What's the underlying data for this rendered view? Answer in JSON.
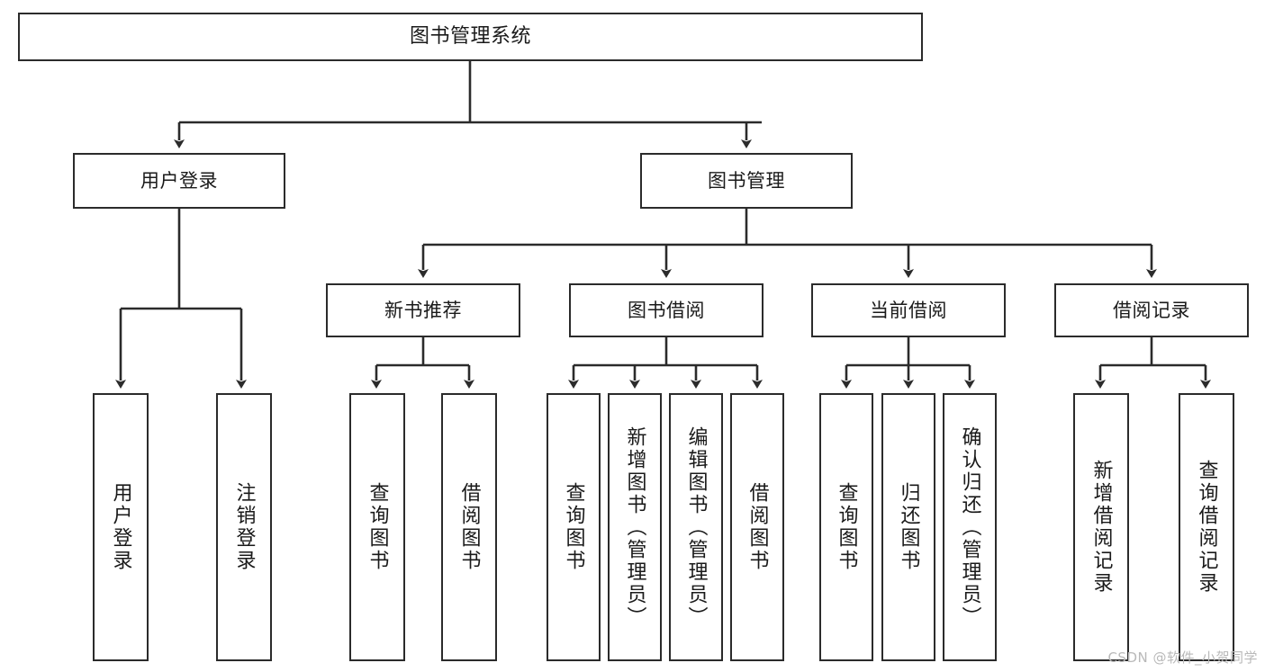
{
  "diagram": {
    "title": "图书管理系统",
    "watermark": "CSDN @软件_小贺同学",
    "colors": {
      "box_border": "#2b2b2b",
      "box_fill": "#ffffff",
      "edge": "#2b2b2b",
      "text": "#1a1a1a",
      "watermark": "#b9b9b9",
      "background": "#ffffff"
    },
    "root": {
      "label": "图书管理系统"
    },
    "level2": [
      {
        "label": "用户登录"
      },
      {
        "label": "图书管理"
      }
    ],
    "level3": [
      {
        "label": "新书推荐"
      },
      {
        "label": "图书借阅"
      },
      {
        "label": "当前借阅"
      },
      {
        "label": "借阅记录"
      }
    ],
    "leaves": {
      "user_login": [
        {
          "label": "用户登录"
        },
        {
          "label": "注销登录"
        }
      ],
      "new_book_recommend": [
        {
          "label": "查询图书"
        },
        {
          "label": "借阅图书"
        }
      ],
      "book_borrow": [
        {
          "label": "查询图书"
        },
        {
          "label": "新增图书（管理员）"
        },
        {
          "label": "编辑图书（管理员）"
        },
        {
          "label": "借阅图书"
        }
      ],
      "current_borrow": [
        {
          "label": "查询图书"
        },
        {
          "label": "归还图书"
        },
        {
          "label": "确认归还（管理员）"
        }
      ],
      "borrow_record": [
        {
          "label": "新增借阅记录"
        },
        {
          "label": "查询借阅记录"
        }
      ]
    }
  }
}
